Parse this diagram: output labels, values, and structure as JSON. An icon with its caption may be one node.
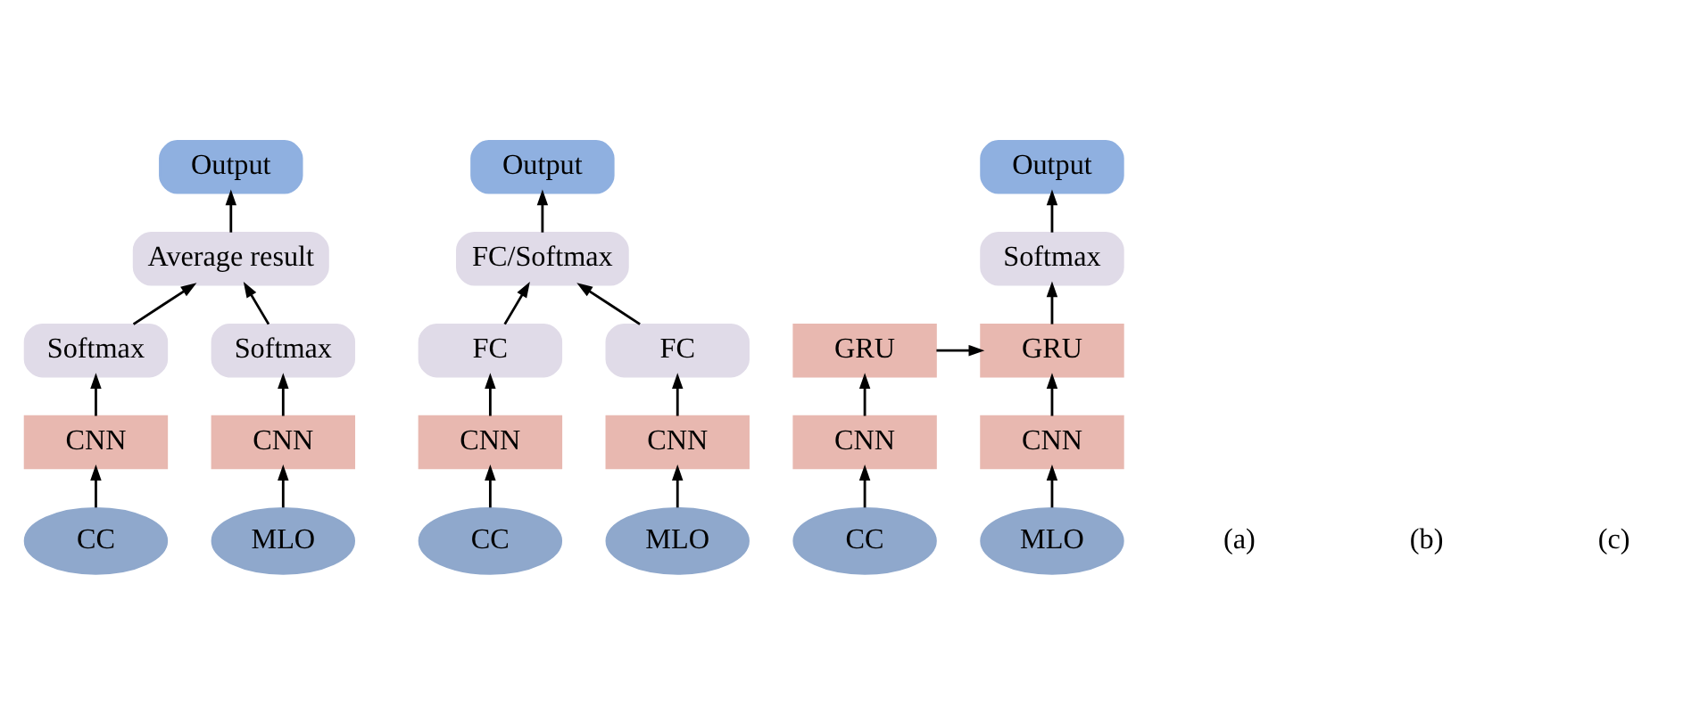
{
  "diagram": {
    "nodes": [
      {
        "text": [
          "Output"
        ]
      },
      {
        "text": [
          "Average result"
        ]
      },
      {
        "text": [
          "Softmax"
        ]
      },
      {
        "text": [
          "Softmax"
        ]
      },
      {
        "text": [
          "CNN"
        ]
      },
      {
        "text": [
          "CNN"
        ]
      },
      {
        "text": [
          "CC"
        ]
      },
      {
        "text": [
          "MLO"
        ]
      },
      {
        "text": [
          "Output"
        ]
      },
      {
        "text": [
          "FC/Softmax"
        ]
      },
      {
        "text": [
          "FC"
        ]
      },
      {
        "text": [
          "FC"
        ]
      },
      {
        "text": [
          "CNN"
        ]
      },
      {
        "text": [
          "CNN"
        ]
      },
      {
        "text": [
          "CC"
        ]
      },
      {
        "text": [
          "MLO"
        ]
      },
      {
        "text": [
          "Output"
        ]
      },
      {
        "text": [
          "Softmax"
        ]
      },
      {
        "text": [
          "GRU"
        ]
      },
      {
        "text": [
          "GRU"
        ]
      },
      {
        "text": [
          "CNN"
        ]
      },
      {
        "text": [
          "CNN"
        ]
      },
      {
        "text": [
          "CC"
        ]
      },
      {
        "text": [
          "MLO"
        ]
      }
    ],
    "edges": [
      {
        "from": 6,
        "to": 4,
        "arrow": "to"
      },
      {
        "from": 4,
        "to": 2,
        "arrow": "to"
      },
      {
        "from": 7,
        "to": 5,
        "arrow": "to"
      },
      {
        "from": 5,
        "to": 3,
        "arrow": "to"
      },
      {
        "from": 2,
        "to": 1,
        "arrow": "to"
      },
      {
        "from": 3,
        "to": 1,
        "arrow": "to"
      },
      {
        "from": 1,
        "to": 0,
        "arrow": "to"
      },
      {
        "from": 14,
        "to": 12,
        "arrow": "to"
      },
      {
        "from": 12,
        "to": 10,
        "arrow": "to"
      },
      {
        "from": 15,
        "to": 13,
        "arrow": "to"
      },
      {
        "from": 13,
        "to": 11,
        "arrow": "to"
      },
      {
        "from": 10,
        "to": 9,
        "arrow": "to"
      },
      {
        "from": 11,
        "to": 9,
        "arrow": "to"
      },
      {
        "from": 9,
        "to": 8,
        "arrow": "to"
      },
      {
        "from": 22,
        "to": 20,
        "arrow": "to"
      },
      {
        "from": 20,
        "to": 18,
        "arrow": "to"
      },
      {
        "from": 23,
        "to": 21,
        "arrow": "to"
      },
      {
        "from": 21,
        "to": 19,
        "arrow": "to"
      },
      {
        "from": 18,
        "to": 19,
        "arrow": "to"
      },
      {
        "from": 19,
        "to": 17,
        "arrow": "to"
      },
      {
        "from": 17,
        "to": 16,
        "arrow": "to"
      }
    ],
    "labels": [
      "(a)",
      "(b)",
      "(c)"
    ]
  }
}
